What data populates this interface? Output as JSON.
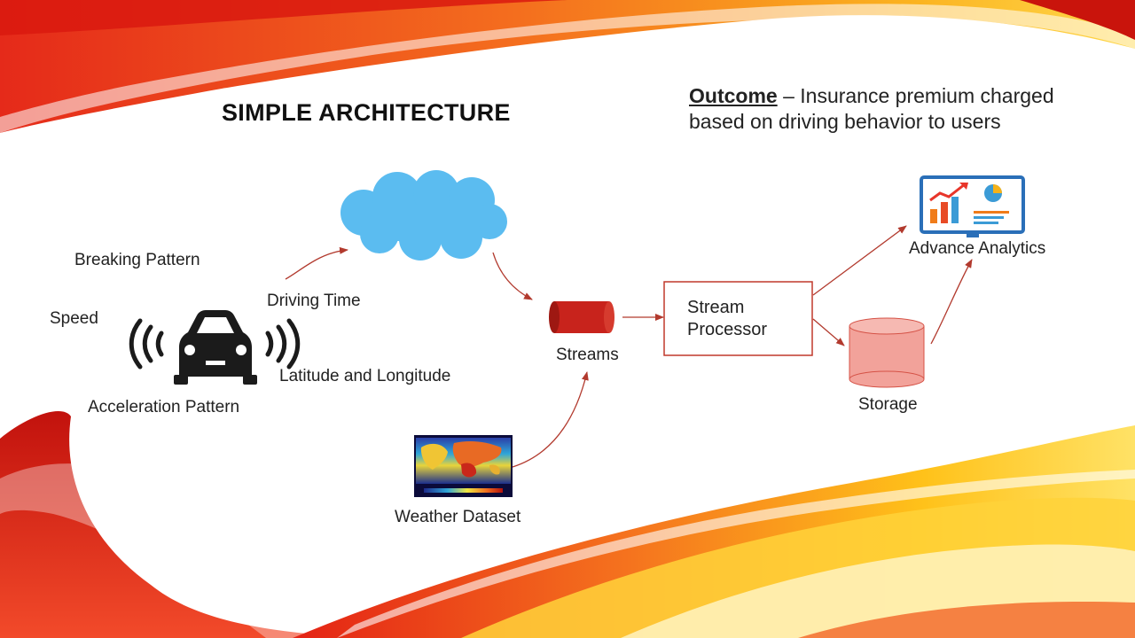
{
  "slide": {
    "title": "SIMPLE ARCHITECTURE",
    "outcome_heading": "Outcome",
    "outcome_text": " – Insurance premium charged based on driving behavior to users"
  },
  "inputs": {
    "braking": "Breaking Pattern",
    "speed": "Speed",
    "driving_time": "Driving Time",
    "lat_long": "Latitude and Longitude",
    "acceleration": "Acceleration Pattern"
  },
  "nodes": {
    "streams": "Streams",
    "stream_processor": "Stream Processor",
    "advance_analytics": "Advance Analytics",
    "storage": "Storage",
    "weather_dataset": "Weather Dataset"
  },
  "icons": {
    "car": "car-signal-icon",
    "cloud": "cloud-icon",
    "stream": "stream-cylinder-icon",
    "storage": "database-cylinder-icon",
    "analytics": "analytics-monitor-icon",
    "weather": "weather-heatmap-icon"
  },
  "colors": {
    "arrow": "#b23a2e",
    "cloud": "#5bbcf0",
    "stream": "#c8231c",
    "storage": "#f2a29a",
    "box_border": "#c0392b",
    "theme_red": "#e3261b",
    "theme_orange": "#f7941d",
    "theme_yellow": "#ffd400"
  }
}
